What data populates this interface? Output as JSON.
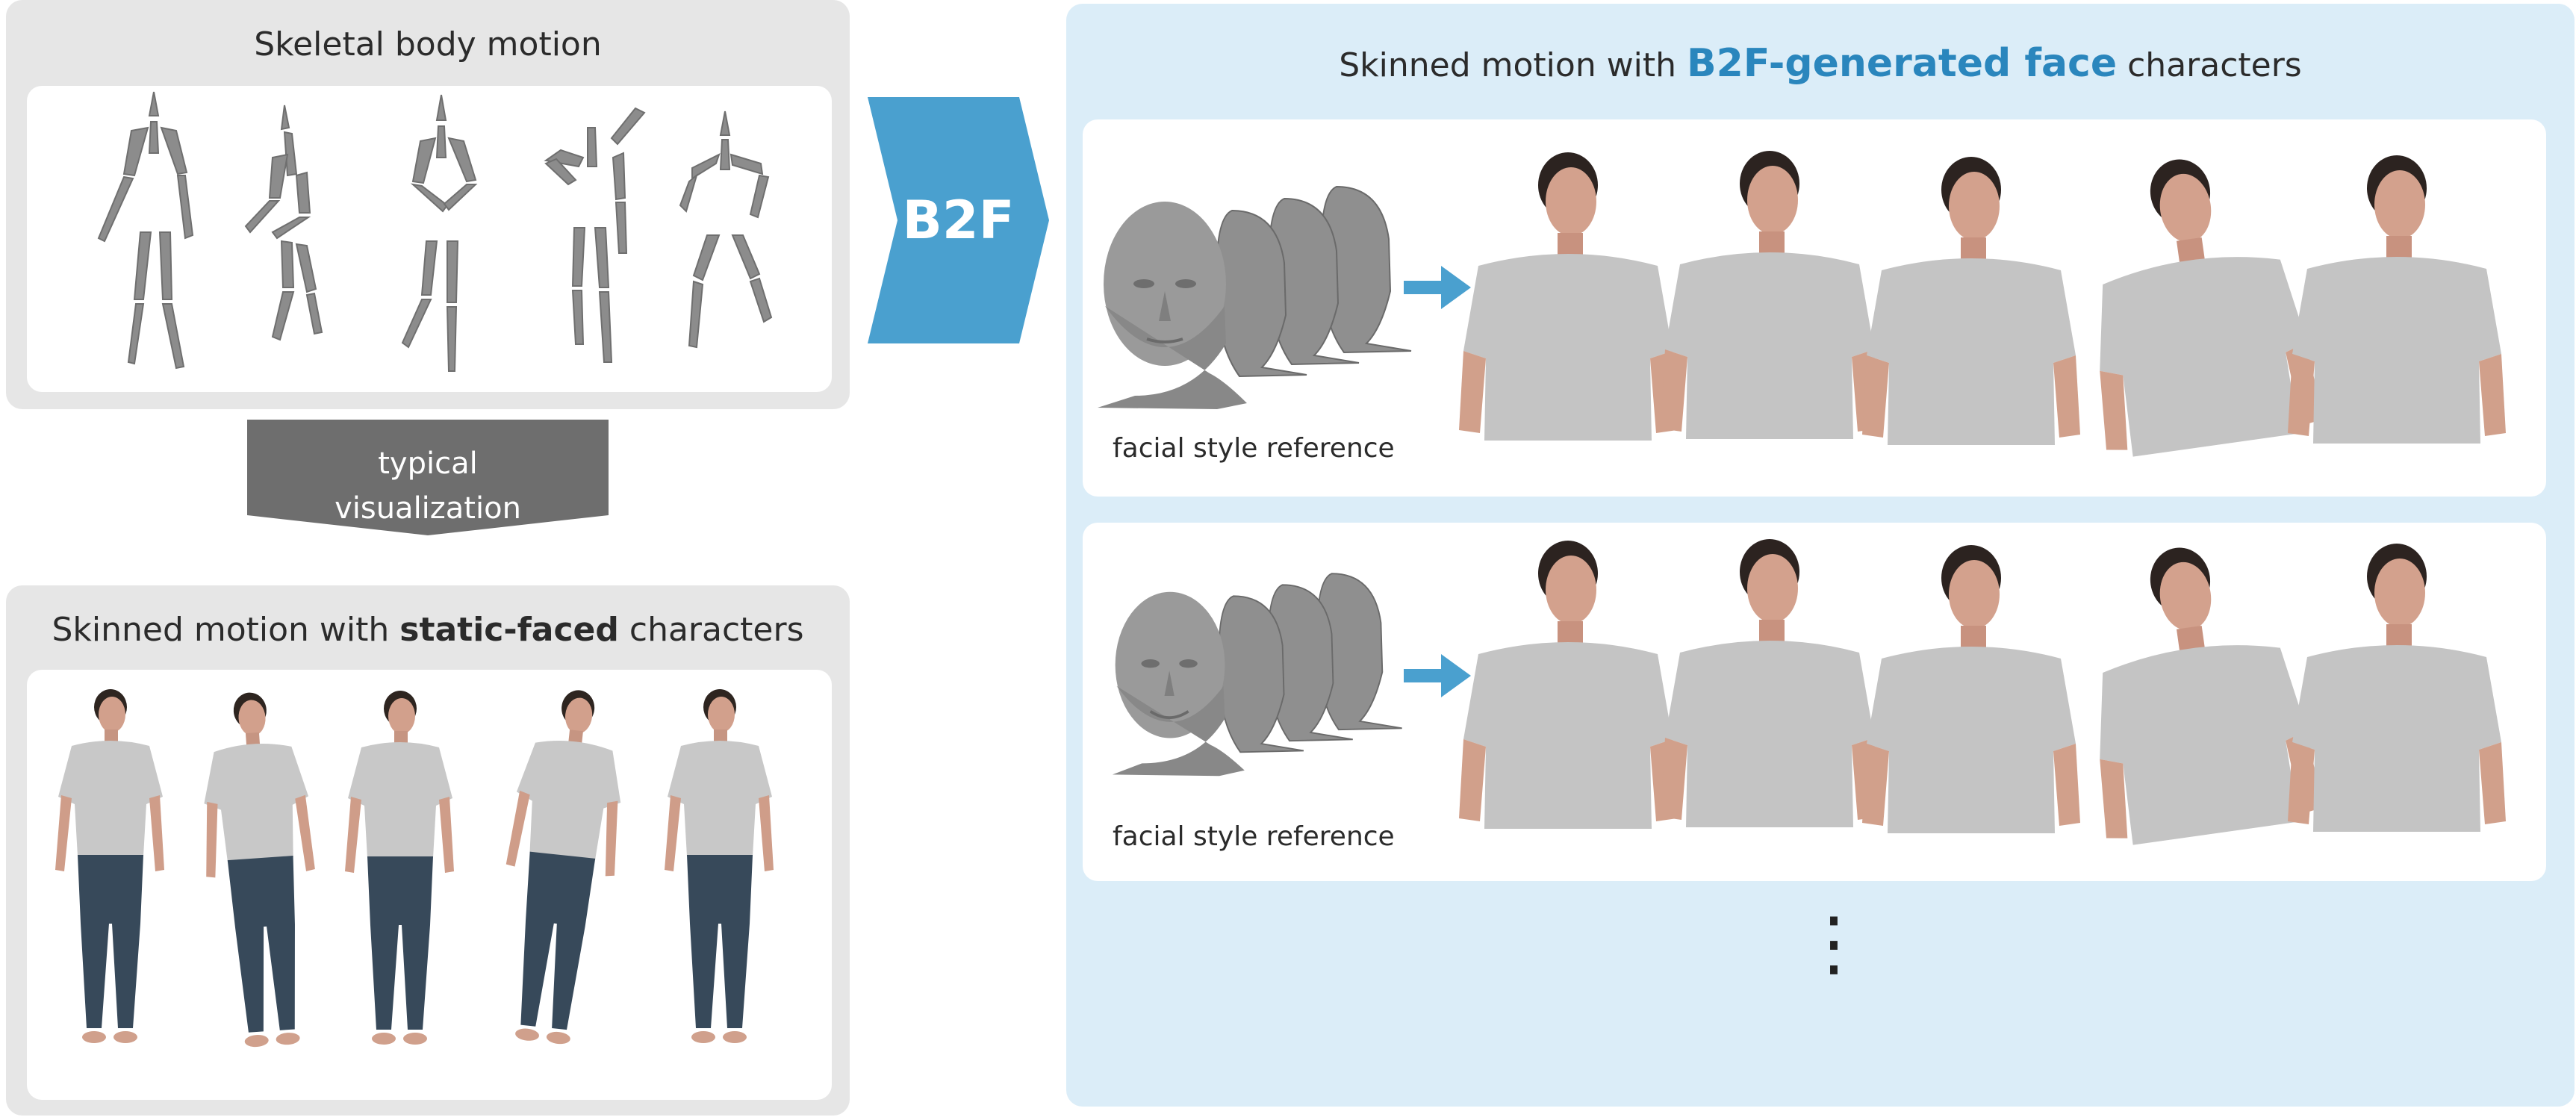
{
  "skeletal_panel": {
    "title": "Skeletal body motion",
    "poses": [
      "pose-standing",
      "pose-turning-left",
      "pose-hands-on-hips",
      "pose-arms-forward",
      "pose-crouching-forward"
    ]
  },
  "static_panel": {
    "title_prefix": "Skinned motion with ",
    "title_emphasis": "static-faced",
    "title_suffix": " characters",
    "characters": [
      "character-standing",
      "character-turning-left",
      "character-hands-clasped",
      "character-leaning-forward",
      "character-crouching"
    ]
  },
  "typical_arrow": {
    "line1": "typical",
    "line2": "visualization"
  },
  "b2f_arrow": {
    "label": "B2F"
  },
  "b2f_panel": {
    "title_prefix": "Skinned motion with ",
    "title_emphasis": "B2F-generated face",
    "title_suffix": " characters",
    "rows": [
      {
        "caption": "facial style reference",
        "reference": "head-male-reference",
        "characters": [
          "upper-body-1",
          "upper-body-2",
          "upper-body-3",
          "upper-body-4",
          "upper-body-5"
        ]
      },
      {
        "caption": "facial style reference",
        "reference": "head-female-reference",
        "characters": [
          "upper-body-1",
          "upper-body-2",
          "upper-body-3",
          "upper-body-4",
          "upper-body-5"
        ]
      }
    ],
    "continuation": "⋮"
  },
  "colors": {
    "gray_panel": "#e6e6e6",
    "blue_panel": "#dbedf8",
    "accent_blue": "#2a86bd",
    "arrow_blue": "#4aa0cf",
    "arrow_gray": "#6e6e6e"
  }
}
